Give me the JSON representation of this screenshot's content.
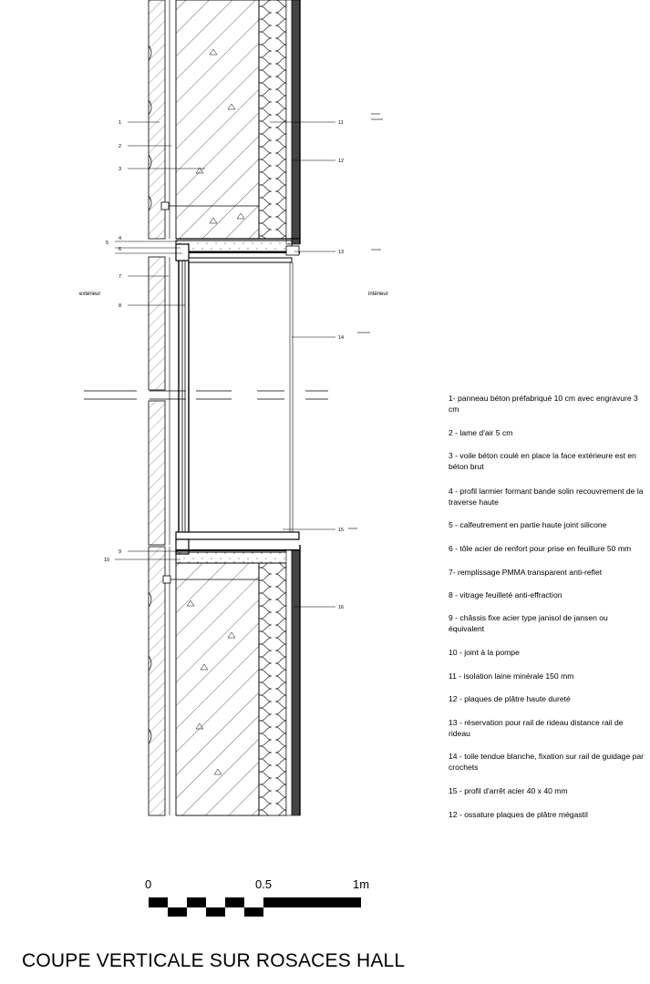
{
  "side_labels": {
    "exterior": "extérieur",
    "interior": "intérieur"
  },
  "callouts": [
    "1",
    "2",
    "3",
    "4",
    "5",
    "6",
    "7",
    "8",
    "9",
    "10",
    "11",
    "12",
    "13",
    "14",
    "15",
    "16"
  ],
  "legend": [
    "1- panneau béton préfabriqué 10 cm avec engravure 3 cm",
    "2 - lame d'air 5 cm",
    "3 - voile béton coulé en place la face extérieure est en béton brut",
    "4 - profil larmier formant bande solin recouvrement de la traverse haute",
    "5 - calfeutrement en partie haute joint silicone",
    "6 - tôle acier de renfort pour prise en feuillure 50 mm",
    "7- remplissage PMMA transparent anti-reflet",
    "8 -  vitrage feuilleté anti-effraction",
    "9 - châssis fixe acier type janisol de jansen ou équivalent",
    "10 - joint à la pompe",
    "11 - isolation laine minérale 150 mm",
    "12 - plaques de plâtre haute dureté",
    "13 - réservation pour rail de rideau distance rail de rideau",
    "14 - toile tendue blanche, fixation sur rail de guidage par crochets",
    "15 - profil d'arrêt acier 40 x 40 mm",
    "12 - ossature plaques de plâtre mégastil"
  ],
  "scale": {
    "labels": [
      "0",
      "0.5",
      "1m"
    ]
  },
  "title": "COUPE VERTICALE SUR ROSACES HALL"
}
